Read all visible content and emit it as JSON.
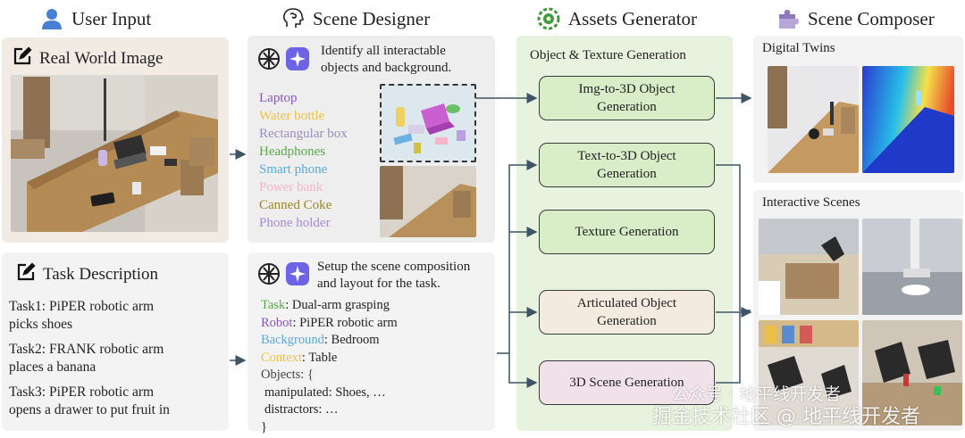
{
  "columns": {
    "user_input": "User Input",
    "scene_designer": "Scene Designer",
    "assets_generator": "Assets Generator",
    "scene_composer": "Scene Composer"
  },
  "user_input": {
    "real_world_image_title": "Real World Image",
    "task_description_title": "Task Description",
    "tasks": [
      {
        "line1": "Task1: PiPER robotic arm",
        "line2": "picks shoes"
      },
      {
        "line1": "Task2: FRANK robotic arm",
        "line2": "places a banana"
      },
      {
        "line1": "Task3: PiPER robotic arm",
        "line2": "opens a drawer to put fruit in"
      }
    ]
  },
  "scene_designer": {
    "identify_prompt_line1": "Identify all interactable",
    "identify_prompt_line2": "objects and background.",
    "objects": [
      {
        "label": "Laptop",
        "color": "#8a55c9"
      },
      {
        "label": "Water bottle",
        "color": "#f0c040"
      },
      {
        "label": "Rectangular box",
        "color": "#9b8bbf"
      },
      {
        "label": "Headphones",
        "color": "#5aa84a"
      },
      {
        "label": "Smart phone",
        "color": "#5aa8e0"
      },
      {
        "label": "Power bank",
        "color": "#f3b5c9"
      },
      {
        "label": "Canned Coke",
        "color": "#9a8a1e"
      },
      {
        "label": "Phone holder",
        "color": "#a48ad8"
      }
    ],
    "setup_prompt_line1": "Setup the scene composition",
    "setup_prompt_line2": "and layout for the task.",
    "setup": {
      "task_key": "Task",
      "task_value": ": Dual-arm grasping",
      "robot_key": "Robot",
      "robot_value": ": PiPER robotic arm",
      "background_key": "Background",
      "background_value": ": Bedroom",
      "context_key": "Context",
      "context_value": ": Table",
      "objects_open": "Objects: {",
      "manipulated": "manipulated: Shoes, …",
      "distractors": "distractors: …",
      "close": "}"
    },
    "key_colors": {
      "task": "#5aa84a",
      "robot": "#8a55c9",
      "background": "#5aa8e0",
      "context": "#f0c040"
    }
  },
  "assets_generator": {
    "subtitle": "Object & Texture  Generation",
    "boxes": [
      {
        "line1": "Img-to-3D Object",
        "line2": "Generation"
      },
      {
        "line1": "Text-to-3D Object",
        "line2": "Generation"
      },
      {
        "line1": "Texture Generation",
        "line2": ""
      },
      {
        "line1": "Articulated Object",
        "line2": "Generation"
      },
      {
        "line1": "3D Scene Generation",
        "line2": ""
      }
    ]
  },
  "scene_composer": {
    "digital_twins": "Digital Twins",
    "interactive_scenes": "Interactive Scenes"
  },
  "watermark": {
    "line1": "公众号 · 地平线开发者",
    "line2": "掘金技术社区 @ 地平线开发者"
  },
  "colors": {
    "tan_panel": "#f1ebe3",
    "gray_panel": "#eeeeee",
    "green_panel": "#e7f3de",
    "green_box": "#d8edc8",
    "tan_box": "#f3ebdf",
    "pink_box": "#f1e2ea"
  }
}
